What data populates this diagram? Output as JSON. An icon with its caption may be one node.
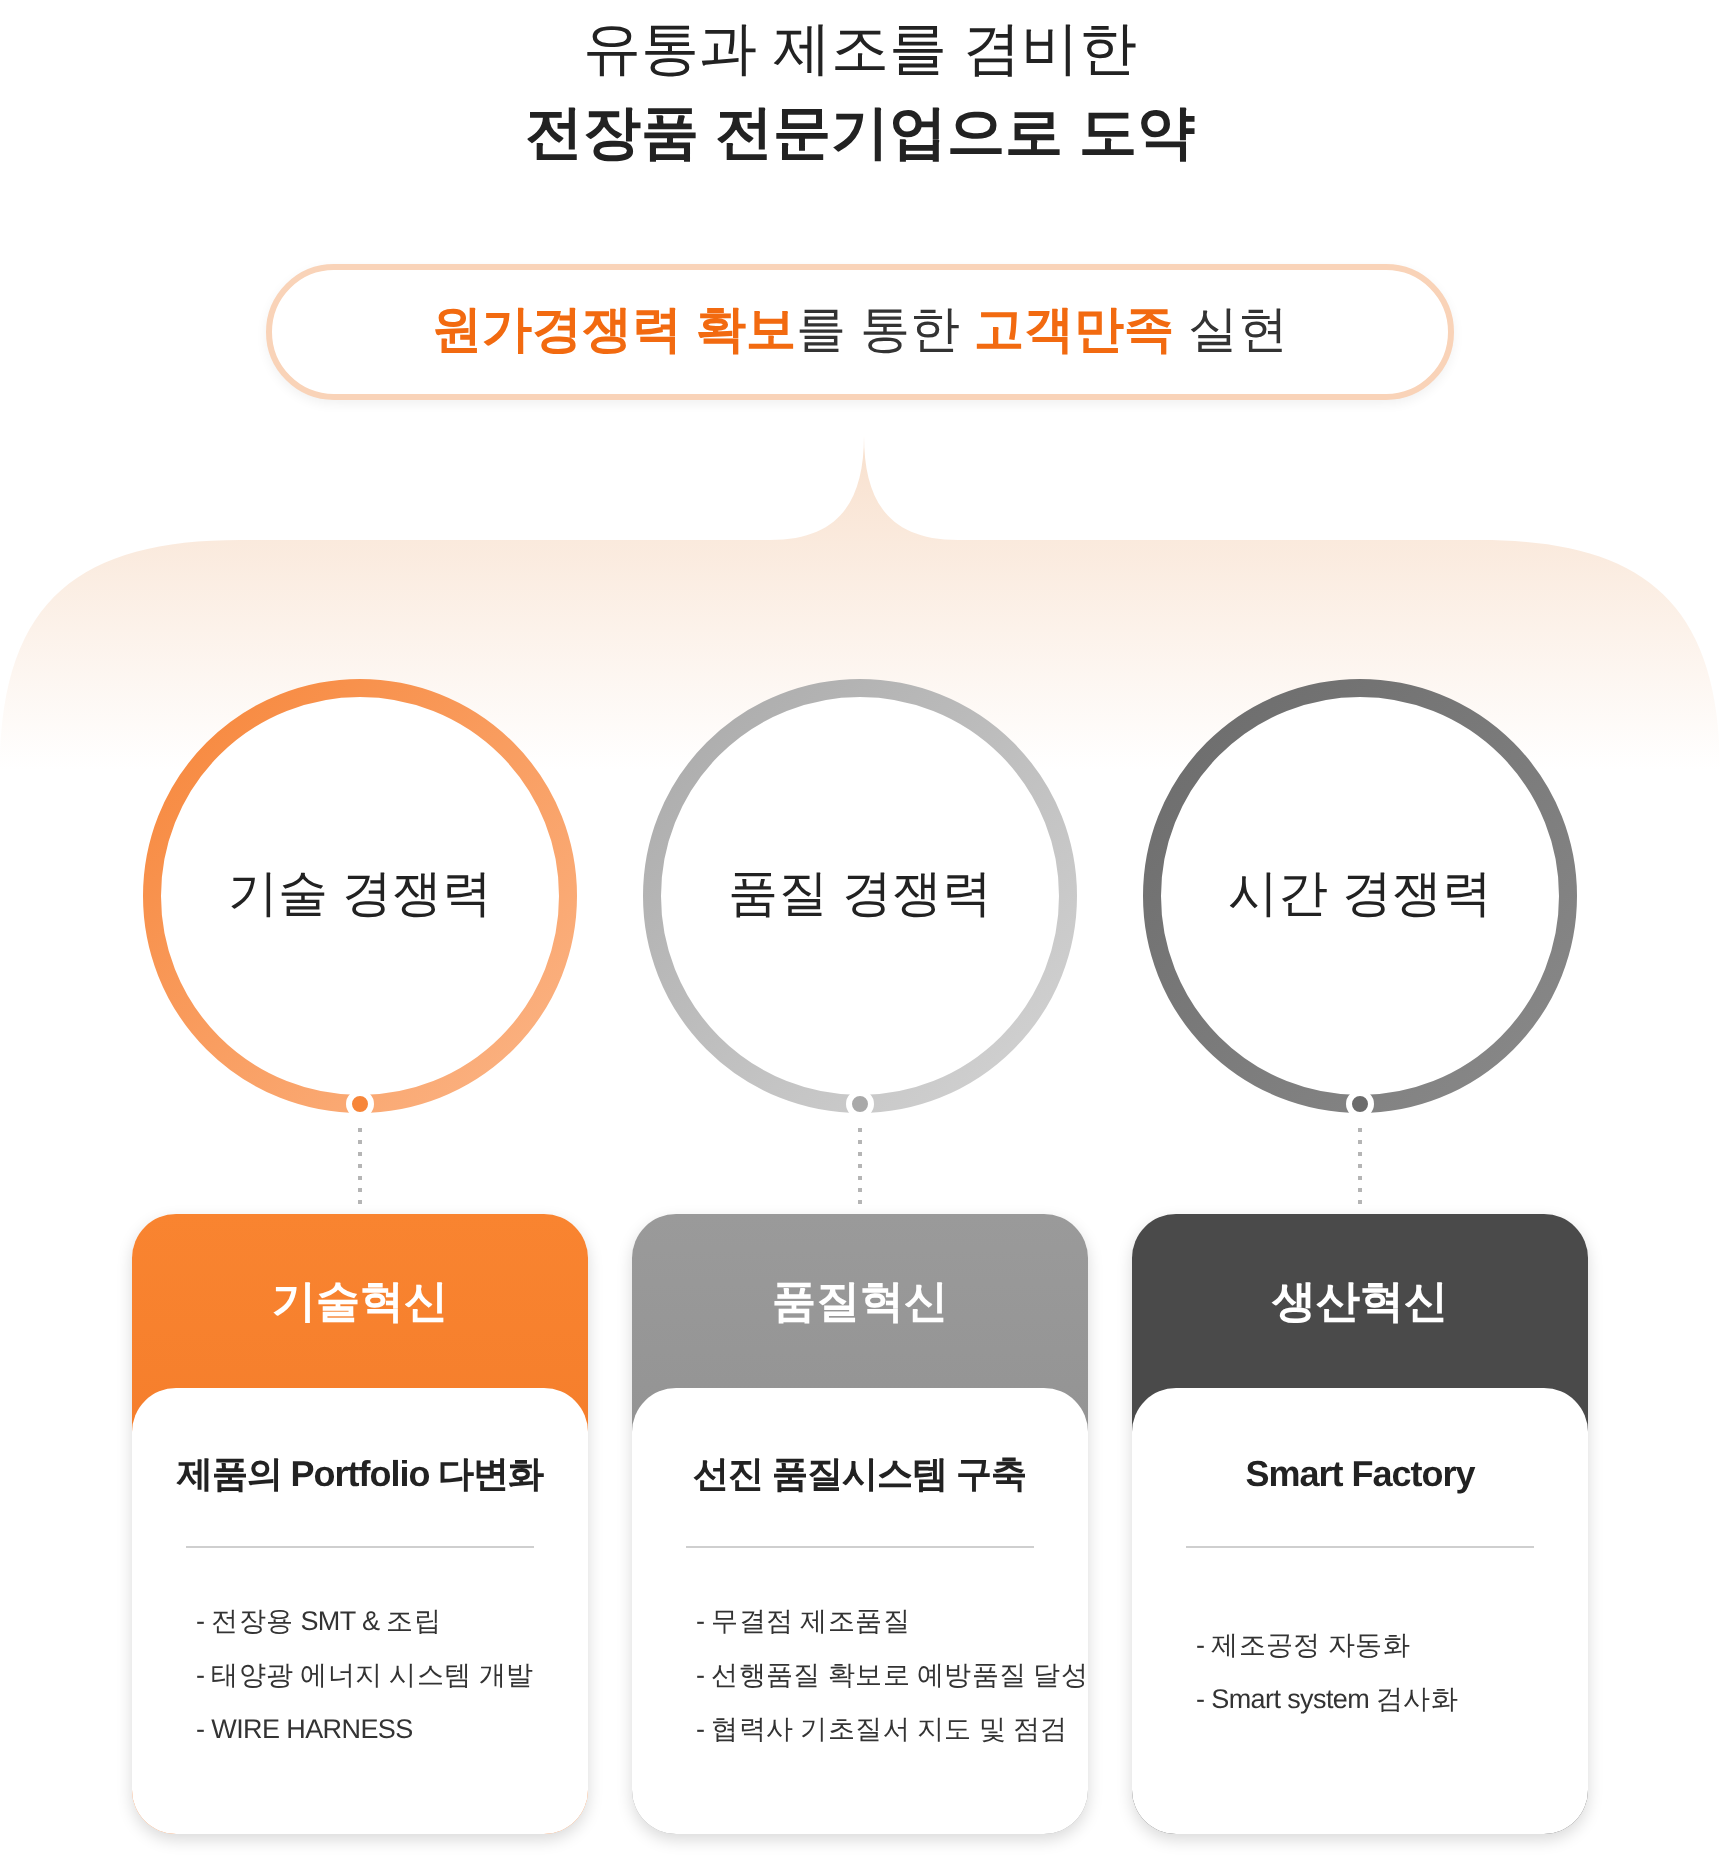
{
  "diagram": {
    "title": "유통과 제조를 겸비한 **전장품 전문기업으로 도약**",
    "nodes": [
      {
        "text": [
          "**원가경쟁력 확보**를 통한 **고객만족** 실현"
        ]
      },
      {
        "text": [
          "기술 경쟁력"
        ]
      },
      {
        "text": [
          "품질 경쟁력"
        ]
      },
      {
        "text": [
          "시간 경쟁력"
        ]
      },
      {
        "text": [
          "기술혁신",
          "제품의 Portfolio 다변화",
          "- 전장용 SMT & 조립",
          "- 태양광 에너지 시스템 개발",
          "- WIRE HARNESS"
        ]
      },
      {
        "text": [
          "품질혁신",
          "선진 품질시스템 구축",
          "- 무결점 제조품질",
          "- 선행품질 확보로 예방품질 달성",
          "- 협력사 기초질서 지도 및 점검"
        ]
      },
      {
        "text": [
          "생산혁신",
          "Smart Factory",
          "- 제조공정 자동화",
          "- Smart system 검사화"
        ]
      }
    ],
    "edges": [
      {
        "from": 1,
        "to": 4,
        "arrow": "none",
        "style": "dashed"
      },
      {
        "from": 2,
        "to": 5,
        "arrow": "none",
        "style": "dashed"
      },
      {
        "from": 3,
        "to": 6,
        "arrow": "none",
        "style": "dashed"
      }
    ]
  }
}
